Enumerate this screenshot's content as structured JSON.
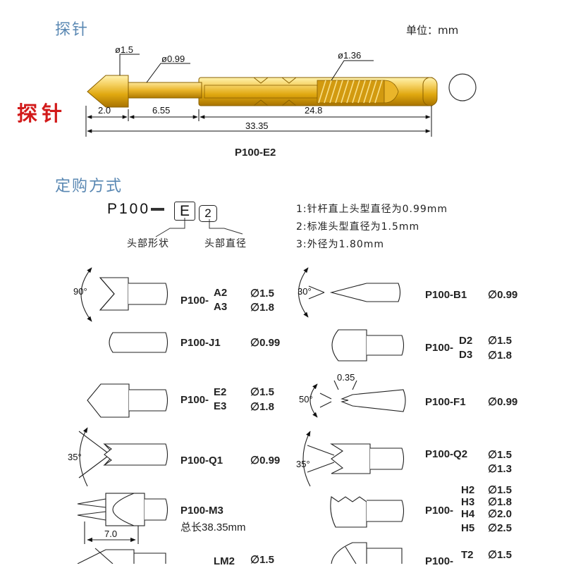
{
  "header": {
    "title": "探针",
    "unit_label": "单位：mm"
  },
  "probe": {
    "side_label": "探针",
    "dia_head": "ø1.5",
    "dia_shaft": "ø0.99",
    "dia_barrel": "ø1.36",
    "len_tip": "2.0",
    "len_shaft": "6.55",
    "len_barrel": "24.8",
    "len_total": "33.35",
    "model": "P100-E2",
    "colors": {
      "gold_light": "#f7d56b",
      "gold": "#e0a810",
      "gold_dark": "#a87300",
      "title_blue": "#5a88b3",
      "red": "#d21a1a"
    }
  },
  "ordering": {
    "title": "定购方式",
    "code_prefix": "P100",
    "code_head": "E",
    "code_dia": "2",
    "label_head_shape": "头部形状",
    "label_head_dia": "头部直径",
    "notes": [
      "1:针杆直上头型直径为0.99mm",
      "2:标准头型直径为1.5mm",
      "3:外径为1.80mm"
    ]
  },
  "tips": {
    "left": [
      {
        "prefix": "P100-",
        "variants": [
          "A2",
          "A3"
        ],
        "specs": [
          "∅1.5",
          "∅1.8"
        ],
        "angle": "90°"
      },
      {
        "prefix": "P100-J1",
        "variants": [],
        "specs": [
          "∅0.99"
        ]
      },
      {
        "prefix": "P100-",
        "variants": [
          "E2",
          "E3"
        ],
        "specs": [
          "∅1.5",
          "∅1.8"
        ]
      },
      {
        "prefix": "P100-Q1",
        "variants": [],
        "specs": [
          "∅0.99"
        ],
        "angle": "35°"
      },
      {
        "prefix": "P100-M3",
        "variants": [],
        "specs": [],
        "extra": "总长38.35mm",
        "length": "7.0"
      },
      {
        "prefix": "",
        "variants": [
          "LM2"
        ],
        "specs": [
          "∅1.5"
        ]
      }
    ],
    "right": [
      {
        "prefix": "P100-B1",
        "variants": [],
        "specs": [
          "∅0.99"
        ],
        "angle": "30°"
      },
      {
        "prefix": "P100-",
        "variants": [
          "D2",
          "D3"
        ],
        "specs": [
          "∅1.5",
          "∅1.8"
        ]
      },
      {
        "prefix": "P100-F1",
        "variants": [],
        "specs": [
          "∅0.99"
        ],
        "angle": "50°",
        "gap": "0.35"
      },
      {
        "prefix": "P100-Q2",
        "variants": [],
        "specs": [
          "∅1.5",
          "∅1.3"
        ],
        "angle": "35°"
      },
      {
        "prefix": "P100-",
        "variants": [
          "H2",
          "H3",
          "H4",
          "H5"
        ],
        "specs": [
          "∅1.5",
          "∅1.8",
          "∅2.0",
          "∅2.5"
        ]
      },
      {
        "prefix": "P100-",
        "variants": [
          "T2"
        ],
        "specs": [
          "∅1.5"
        ]
      }
    ]
  }
}
